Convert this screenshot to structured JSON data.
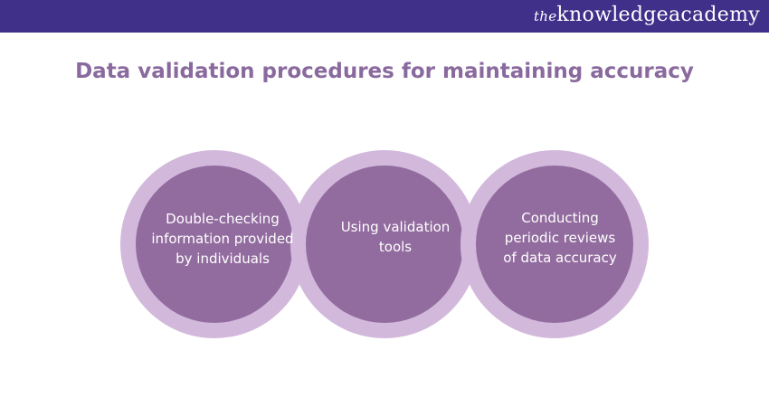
{
  "header": {
    "logo_text": "theknowledgeacademy",
    "background": "#40308a"
  },
  "title": "Data validation procedures for maintaining accuracy",
  "colors": {
    "ring": "#d2b9dc",
    "circle": "#926c9f",
    "title": "#8a6a9e"
  },
  "items": [
    {
      "label": "Double-checking information provided by individuals"
    },
    {
      "label": "Using validation tools"
    },
    {
      "label": "Conducting periodic reviews of data accuracy"
    }
  ]
}
